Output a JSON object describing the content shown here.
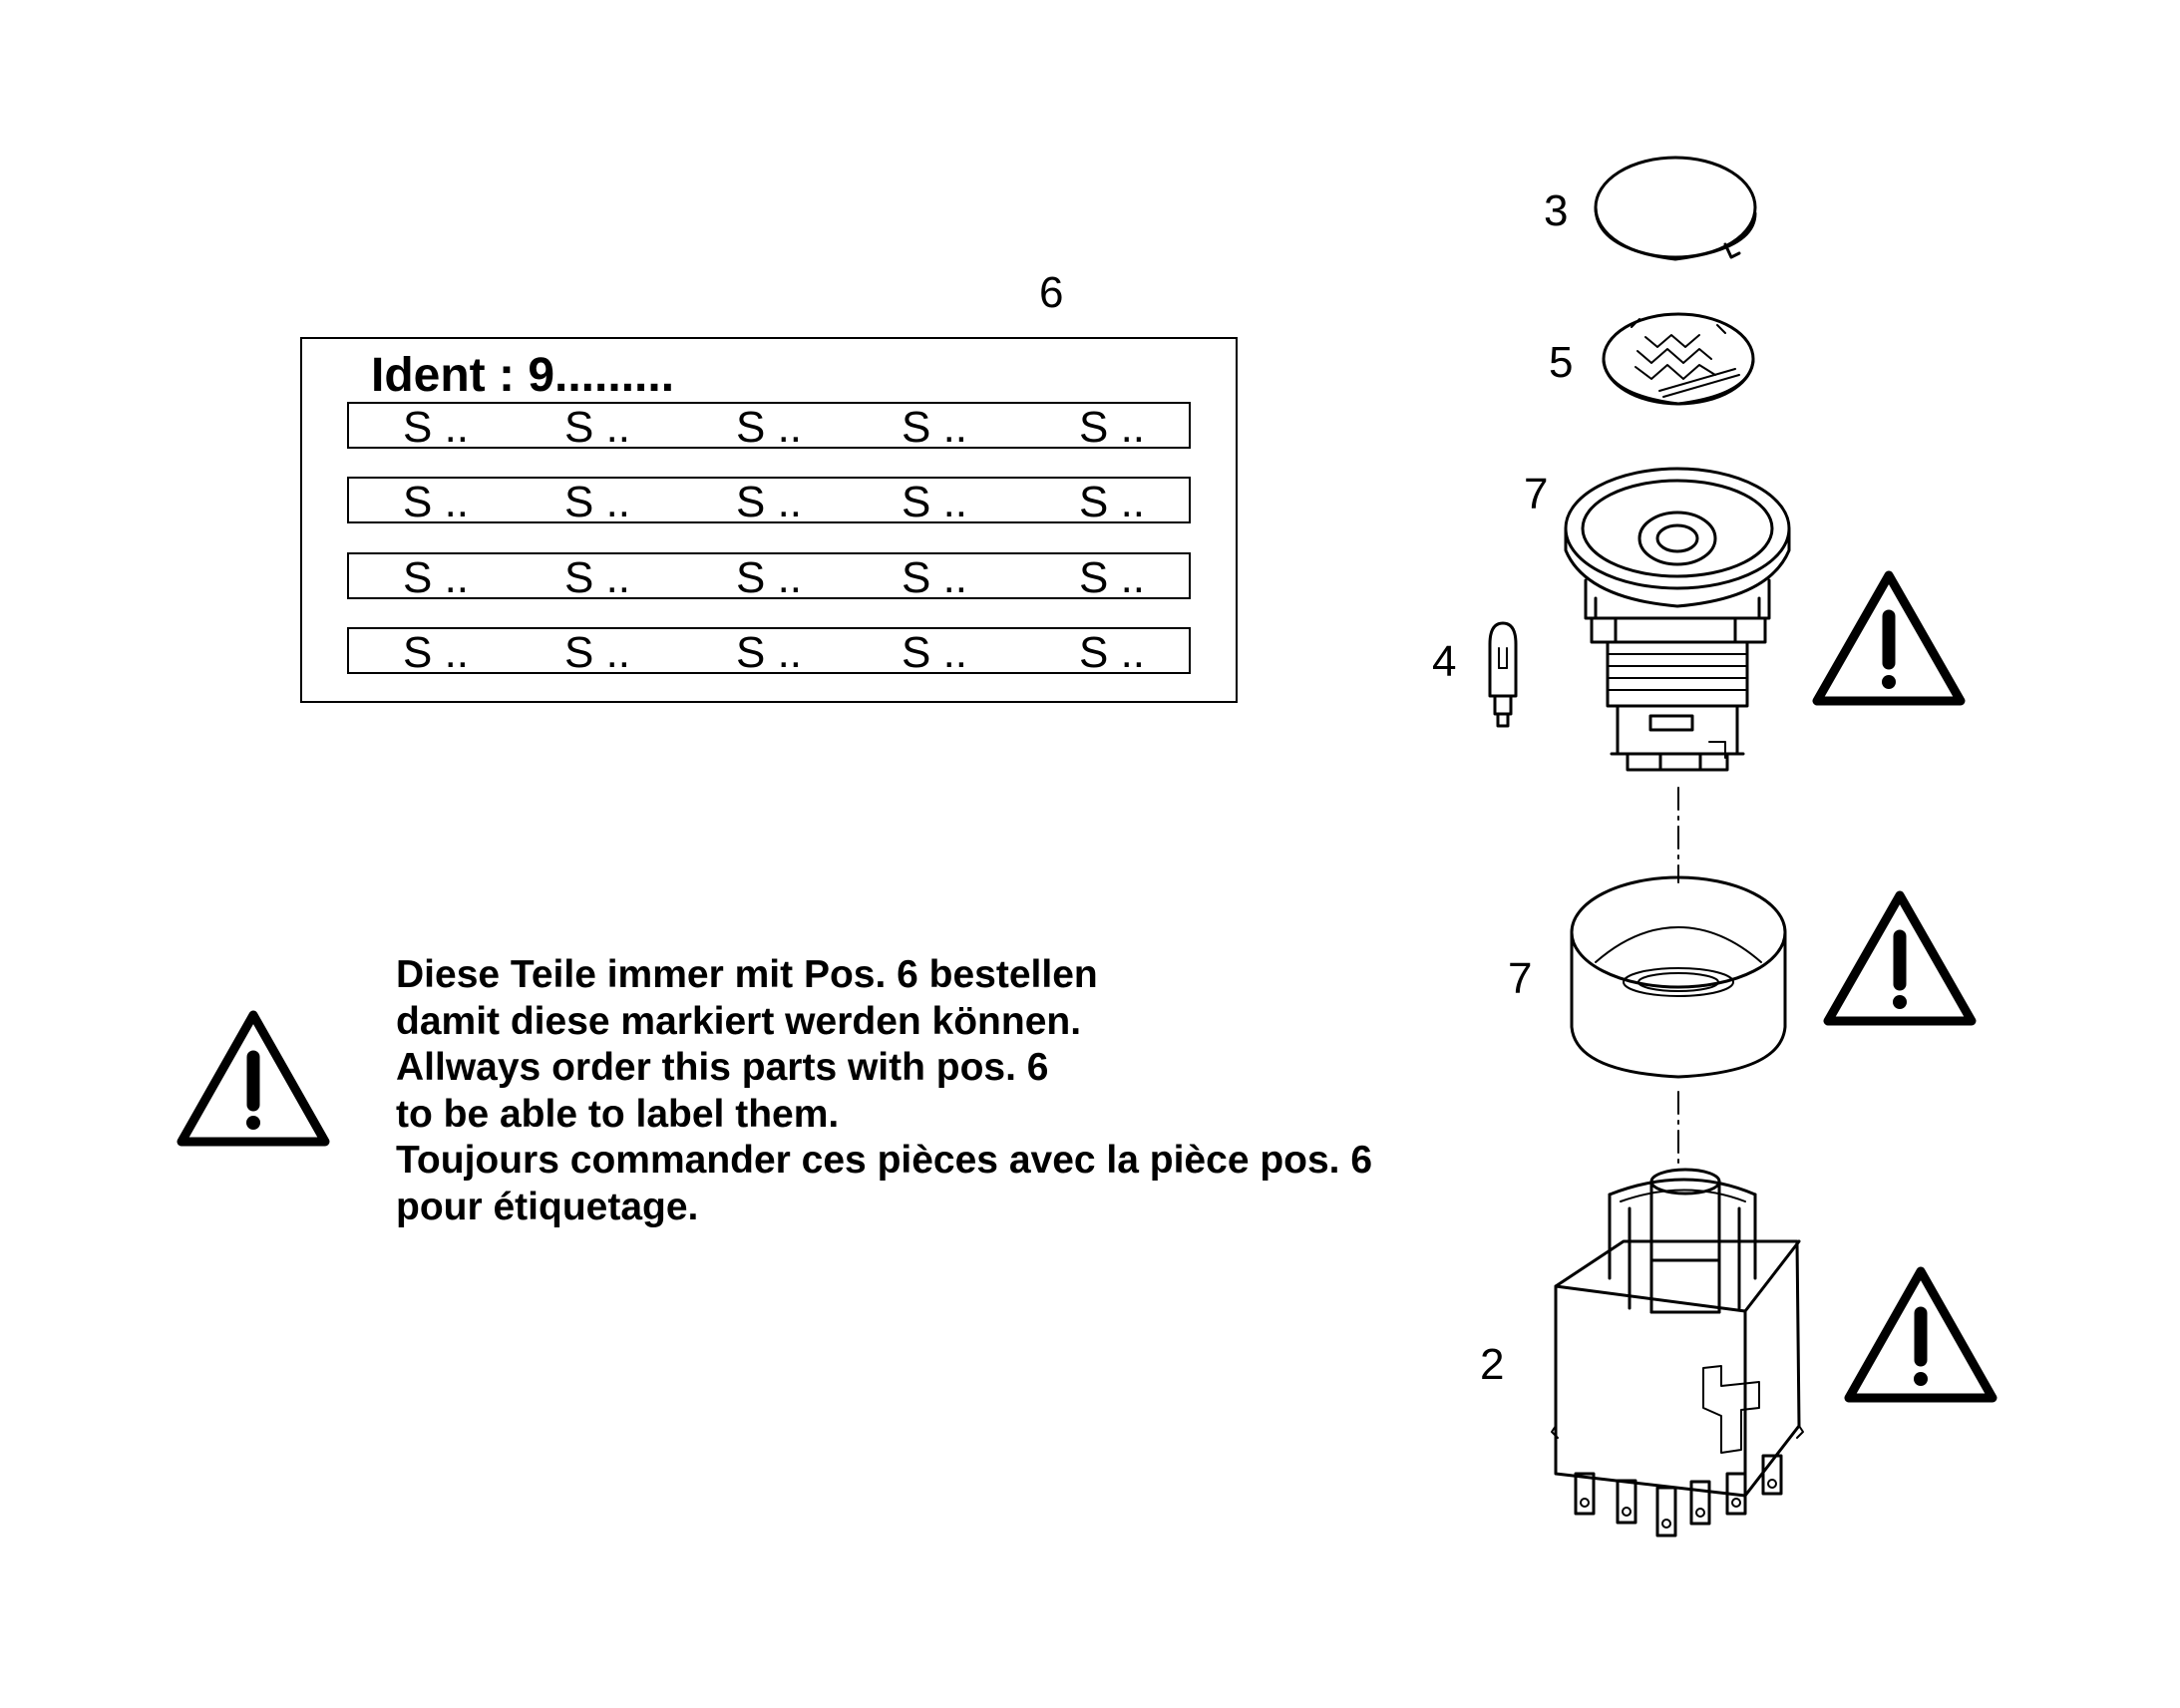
{
  "label_sheet": {
    "position": "6",
    "ident": "Ident : 9.........",
    "rows": [
      [
        "S ..",
        "S ..",
        "S ..",
        "S ..",
        "S .."
      ],
      [
        "S ..",
        "S ..",
        "S ..",
        "S ..",
        "S .."
      ],
      [
        "S ..",
        "S ..",
        "S ..",
        "S ..",
        "S .."
      ],
      [
        "S ..",
        "S ..",
        "S ..",
        "S ..",
        "S .."
      ]
    ]
  },
  "note": {
    "lines": [
      "Diese Teile immer mit Pos. 6   bestellen",
      "damit diese markiert werden können.",
      "Allways order this parts with pos. 6",
      "to be able to label them.",
      "Toujours commander ces pièces avec la pièce pos. 6",
      "pour étiquetage."
    ]
  },
  "parts": {
    "cap": "3",
    "insert": "5",
    "bezel": "7",
    "lamp": "4",
    "ring": "7",
    "switch_block": "2"
  }
}
